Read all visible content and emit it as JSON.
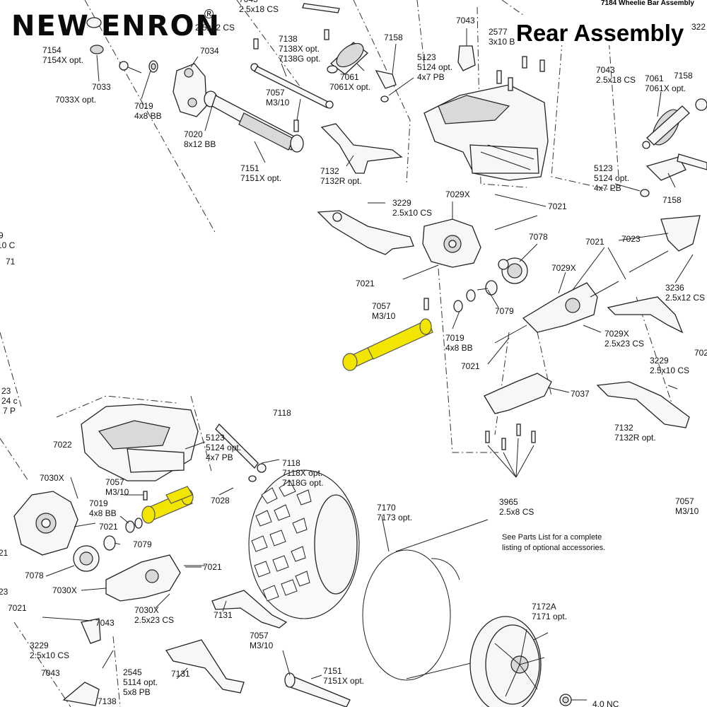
{
  "header": {
    "brand": "NEW ENRON",
    "registered": "®",
    "title": "Rear Assembly",
    "cropped_header": "7184 Wheelie Bar Assembly"
  },
  "callouts": {
    "c7154": [
      "7154",
      "7154X opt."
    ],
    "c7033": [
      "7033"
    ],
    "c7033x": [
      "7033X opt."
    ],
    "c7019a": [
      "7019",
      "4x8 BB"
    ],
    "c7034": [
      "7034"
    ],
    "c7020": [
      "7020",
      "8x12 BB"
    ],
    "c7138a": [
      "7138",
      "7138X opt.",
      "7138G opt."
    ],
    "c7057a": [
      "7057",
      "M3/10"
    ],
    "c7151a": [
      "7151",
      "7151X opt."
    ],
    "c7132a": [
      "7132",
      "7132R opt."
    ],
    "c7061a": [
      "7061",
      "7061X opt."
    ],
    "c7158a": [
      "7158"
    ],
    "c5123a": [
      "5123",
      "5124 opt.",
      "4x7 PB"
    ],
    "c7043a": [
      "7043"
    ],
    "c2577": [
      "2577",
      "3x10 B"
    ],
    "c7043b": [
      "7043",
      "2.5x18 CS"
    ],
    "c7061b": [
      "7061",
      "7061X opt."
    ],
    "c7158b": [
      "7158"
    ],
    "c5123b": [
      "5123",
      "5124 opt.",
      "4x7 PB"
    ],
    "c7158c": [
      "7158"
    ],
    "c3229a": [
      "3229",
      "2.5x10 CS"
    ],
    "c7029xa": [
      "7029X"
    ],
    "c7021a": [
      "7021"
    ],
    "c7078a": [
      "7078"
    ],
    "c7021b": [
      "7021"
    ],
    "c7023": [
      "7023"
    ],
    "c7021c": [
      "7021"
    ],
    "c7029xb": [
      "7029X"
    ],
    "c3236": [
      "3236",
      "2.5x12 CS"
    ],
    "c7057b": [
      "7057",
      "M3/10"
    ],
    "c7079a": [
      "7079"
    ],
    "c7019b": [
      "7019",
      "4x8 BB"
    ],
    "c7029xc": [
      "7029X",
      "2.5x23 CS"
    ],
    "c7021d": [
      "7021"
    ],
    "c3229b": [
      "3229",
      "2.5x10 CS"
    ],
    "c7037": [
      "7037"
    ],
    "c7132b": [
      "7132",
      "7132R opt."
    ],
    "c3965": [
      "3965",
      "2.5x8 CS"
    ],
    "c7057c": [
      "7057",
      "M3/10"
    ],
    "c7022": [
      "7022"
    ],
    "c5123c": [
      "5123",
      "5124 opt.",
      "4x7 PB"
    ],
    "c7118a": [
      "7118"
    ],
    "c7118b": [
      "7118",
      "7118X opt.",
      "7118G opt."
    ],
    "c7030xa": [
      "7030X"
    ],
    "c7057d": [
      "7057",
      "M3/10"
    ],
    "c7019c": [
      "7019",
      "4x8 BB"
    ],
    "c7028": [
      "7028"
    ],
    "c7021e": [
      "7021"
    ],
    "c7079b": [
      "7079"
    ],
    "c7170": [
      "7170",
      "7173 opt."
    ],
    "c7078b": [
      "7078"
    ],
    "c7030xb": [
      "7030X"
    ],
    "c7021f": [
      "7021"
    ],
    "c7030xc": [
      "7030X",
      "2.5x23 CS"
    ],
    "c7021g": [
      "7021"
    ],
    "c7131a": [
      "7131"
    ],
    "c7043c": [
      "7043"
    ],
    "c3229c": [
      "3229",
      "2.5x10 CS"
    ],
    "c7057e": [
      "7057",
      "M3/10"
    ],
    "c7172a": [
      "7172A",
      "7171 opt."
    ],
    "c7043d": [
      "7043"
    ],
    "c2545": [
      "2545",
      "5114 opt.",
      "5x8 PB"
    ],
    "c7131b": [
      "7131"
    ],
    "c7151b": [
      "7151",
      "7151X opt."
    ],
    "c7138b": [
      "7138"
    ],
    "c40nc": [
      "4.0 NC"
    ],
    "topcut1": [
      "7043",
      "2.5x18 CS"
    ],
    "topcut2": [
      "2.5x12 CS"
    ],
    "edge1": [
      "322"
    ],
    "edge2": [
      "9"
    ],
    "edge3": [
      "10 C"
    ],
    "edge4": [
      "71"
    ],
    "edge5": [
      "23"
    ],
    "edge6": [
      "24 c"
    ],
    "edge7": [
      "7 P"
    ],
    "edge8": [
      "21"
    ],
    "edge9": [
      "23"
    ],
    "edge10": [
      "702"
    ]
  },
  "note": {
    "line1": "See Parts List for a complete",
    "line2": "listing of optional accessories."
  },
  "colors": {
    "highlight": "#f2e600",
    "ink": "#111111",
    "background": "#ffffff"
  }
}
